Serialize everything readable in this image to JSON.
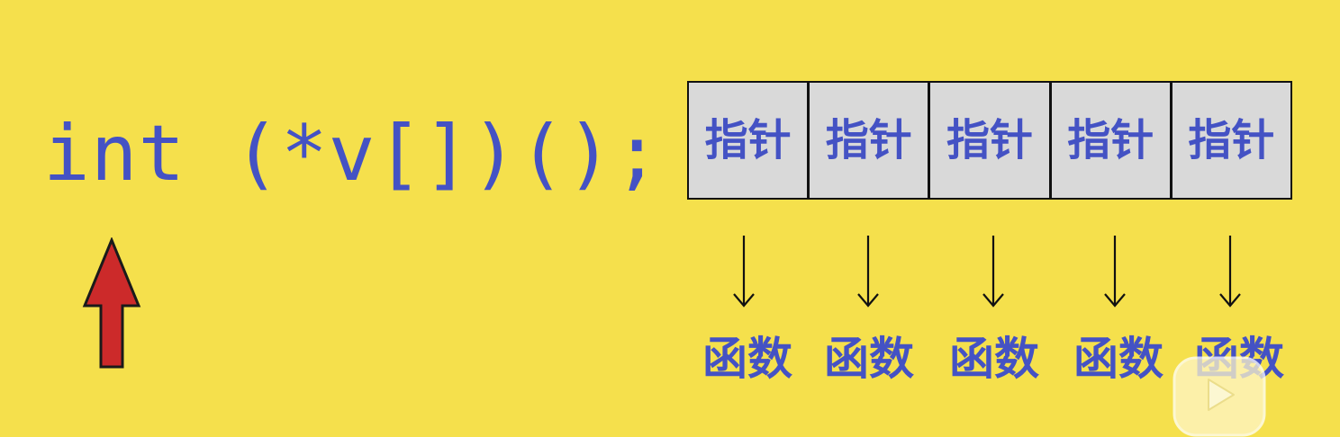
{
  "code": {
    "text": "int (*v[])();"
  },
  "pointers": {
    "items": [
      {
        "label": "指针"
      },
      {
        "label": "指针"
      },
      {
        "label": "指针"
      },
      {
        "label": "指针"
      },
      {
        "label": "指针"
      }
    ]
  },
  "functions": {
    "items": [
      {
        "label": "函数"
      },
      {
        "label": "函数"
      },
      {
        "label": "函数"
      },
      {
        "label": "函数"
      },
      {
        "label": "函数"
      }
    ]
  },
  "colors": {
    "background": "#F5E04C",
    "text": "#4452C4",
    "cell_fill": "#D9D9D9",
    "up_arrow": "#CC2A2A"
  },
  "icons": {
    "up_arrow": "up-arrow-icon",
    "down_arrow": "down-arrow-icon",
    "logo": "play-logo-icon"
  }
}
